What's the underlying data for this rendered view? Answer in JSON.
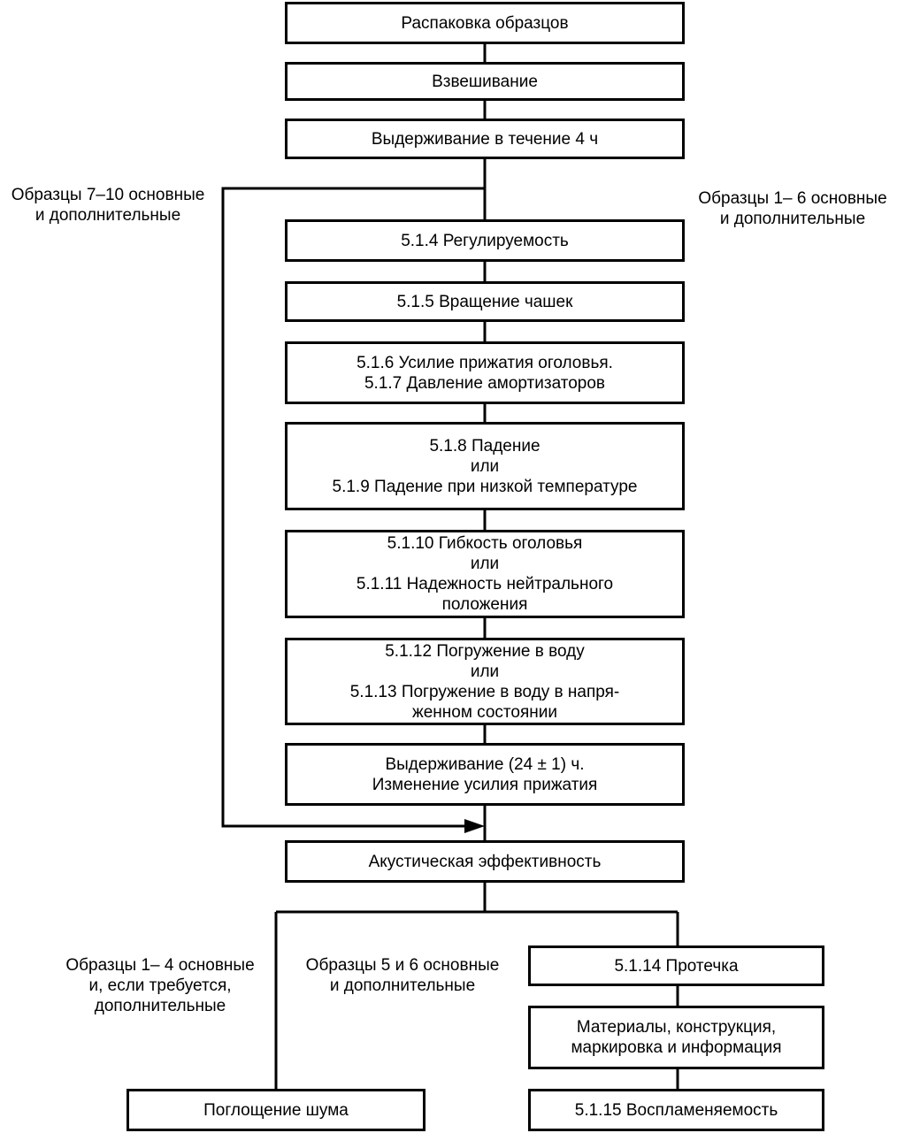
{
  "steps": {
    "unpack": "Распаковка образцов",
    "weigh": "Взвешивание",
    "condition4h": "Выдерживание в течение 4 ч",
    "adjust": "5.1.4 Регулируемость",
    "cups": "5.1.5 Вращение чашек",
    "force": [
      "5.1.6 Усилие прижатия оголовья.",
      "5.1.7 Давление амортизаторов"
    ],
    "drop": [
      "5.1.8 Падение",
      "или",
      "5.1.9 Падение при низкой температуре"
    ],
    "flex": [
      "5.1.10 Гибкость оголовья",
      "или",
      "5.1.11 Надежность нейтрального",
      "положения"
    ],
    "water": [
      "5.1.12 Погружение в воду",
      "или",
      "5.1.13 Погружение в воду в напря-",
      "женном состоянии"
    ],
    "condition24h": [
      "Выдерживание (24 ± 1) ч.",
      "Изменение усилия прижатия"
    ],
    "acoustic": "Акустическая эффективность",
    "leak": "5.1.14 Протечка",
    "materials": [
      "Материалы, конструкция,",
      "маркировка и информация"
    ],
    "noise": "Поглощение шума",
    "flame": "5.1.15 Воспламеняемость"
  },
  "labels": {
    "samples_7_10": [
      "Образцы 7–10 основные",
      "и дополнительные"
    ],
    "samples_1_6": [
      "Образцы 1– 6 основные",
      "и дополнительные"
    ],
    "samples_1_4": [
      "Образцы 1– 4 основные",
      "и, если требуется,",
      "дополнительные"
    ],
    "samples_5_6": [
      "Образцы 5 и 6 основные",
      "и дополнительные"
    ]
  }
}
